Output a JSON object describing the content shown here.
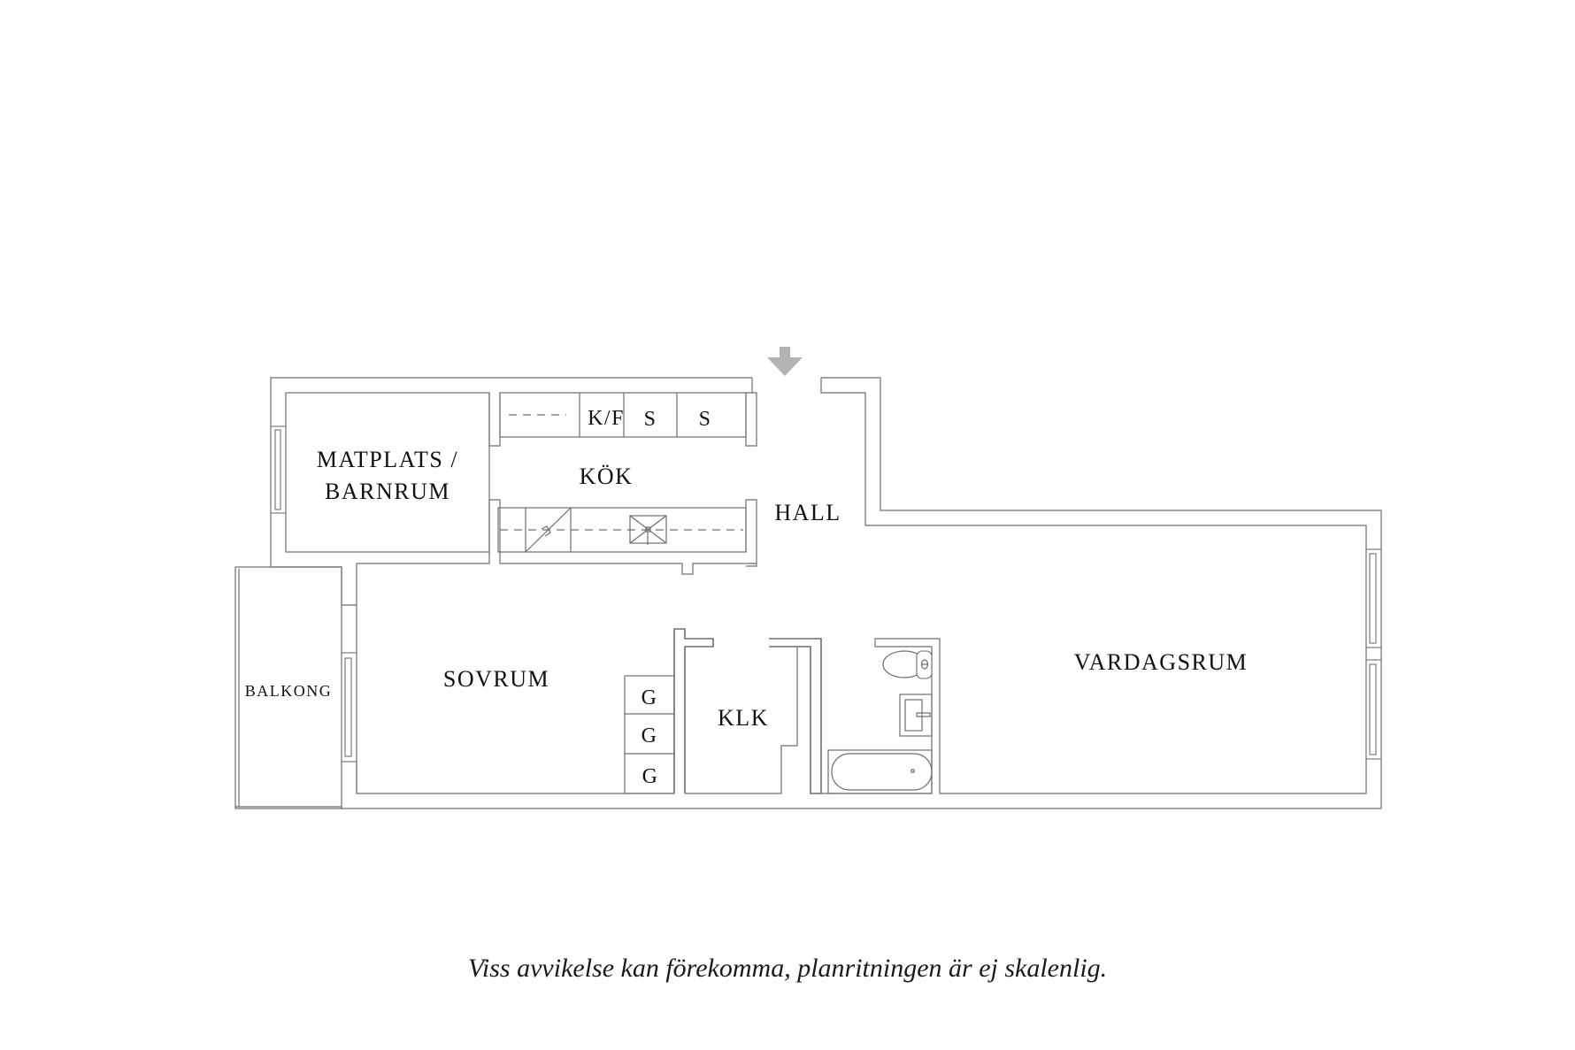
{
  "floorplan": {
    "entrance_arrow_color": "#b3b3b3",
    "rooms": {
      "matplats_line1": "MATPLATS /",
      "matplats_line2": "BARNRUM",
      "kok": "KÖK",
      "hall": "HALL",
      "sovrum": "SOVRUM",
      "klk": "KLK",
      "vardagsrum": "VARDAGSRUM",
      "balkong": "BALKONG"
    },
    "kitchen_units": {
      "kf": "K/F",
      "s1": "S",
      "s2": "S"
    },
    "closets": [
      "G",
      "G",
      "G"
    ]
  },
  "footer": {
    "disclaimer": "Viss avvikelse kan förekomma, planritningen är ej skalenlig."
  }
}
